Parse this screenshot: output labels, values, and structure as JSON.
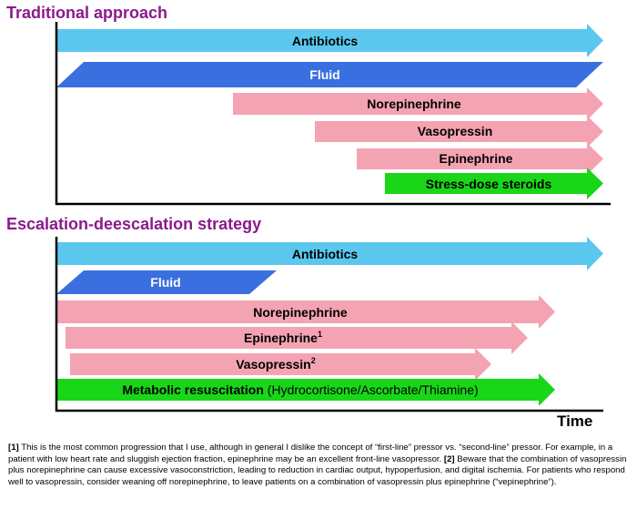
{
  "sections": [
    {
      "title": "Traditional approach",
      "bars": [
        {
          "label": "Antibiotics",
          "color": "#5bc7ee",
          "shape": "arrow"
        },
        {
          "label": "Fluid",
          "color": "#3a6fe0",
          "shape": "parallelogram"
        },
        {
          "label": "Norepinephrine",
          "color": "#f4a3b2",
          "shape": "arrow"
        },
        {
          "label": "Vasopressin",
          "color": "#f4a3b2",
          "shape": "arrow"
        },
        {
          "label": "Epinephrine",
          "color": "#f4a3b2",
          "shape": "arrow"
        },
        {
          "label": "Stress-dose steroids",
          "color": "#19d619",
          "shape": "arrow"
        }
      ]
    },
    {
      "title": "Escalation-deescalation strategy",
      "bars": [
        {
          "label": "Antibiotics",
          "color": "#5bc7ee",
          "shape": "arrow"
        },
        {
          "label": "Fluid",
          "color": "#3a6fe0",
          "shape": "parallelogram"
        },
        {
          "label": "Norepinephrine",
          "color": "#f4a3b2",
          "shape": "arrow"
        },
        {
          "label": "Epinephrine",
          "sup": "1",
          "color": "#f4a3b2",
          "shape": "arrow"
        },
        {
          "label": "Vasopressin",
          "sup": "2",
          "color": "#f4a3b2",
          "shape": "arrow"
        },
        {
          "label": "Metabolic resuscitation",
          "label_plain": " (Hydrocortisone/Ascorbate/Thiamine)",
          "color": "#19d619",
          "shape": "arrow"
        }
      ]
    }
  ],
  "axis_label": "Time",
  "footnotes": [
    {
      "ref": "[1]",
      "text": " This is the most common progression that I use, although in general I dislike the concept of “first-line” pressor vs. “second-line” pressor.  For example, in a patient with low heart rate and sluggish ejection fraction, epinephrine may be an excellent front-line vasopressor.   "
    },
    {
      "ref": "[2]",
      "text": "  Beware that the combination of vasopressin plus norepinephrine can cause excessive vasoconstriction, leading to reduction in cardiac output, hypoperfusion, and digital ischemia.  For patients who respond well to vasopressin, consider weaning off norepinephrine, to leave patients on a combination of vasopressin plus epinephrine (“vepinephrine”)."
    }
  ]
}
